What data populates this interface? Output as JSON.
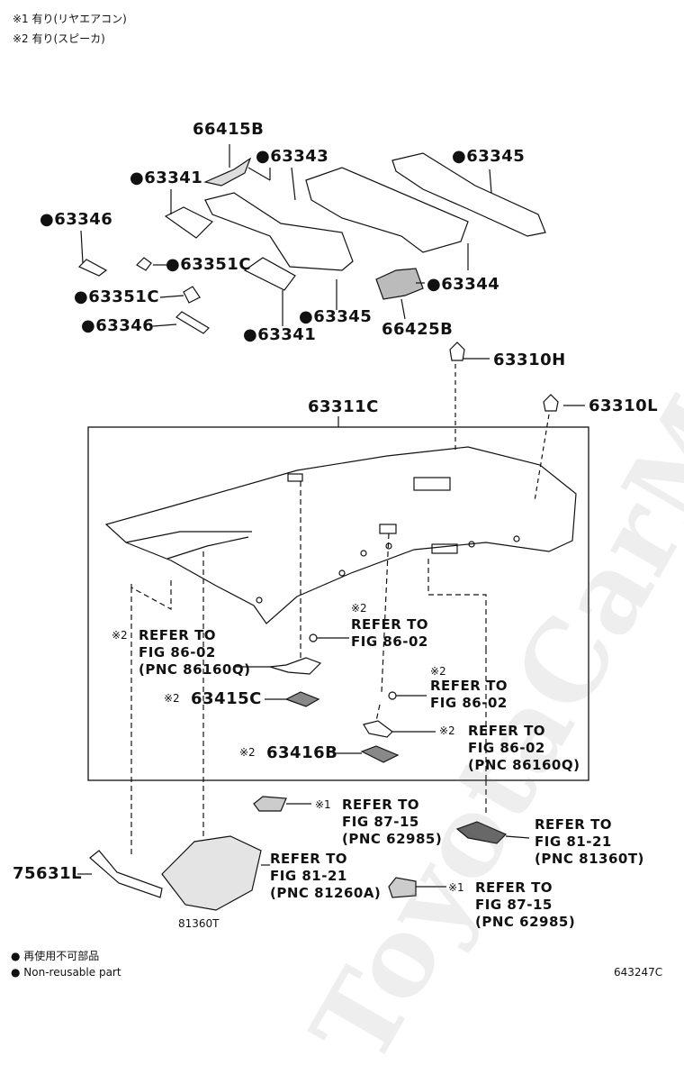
{
  "notes": {
    "n1": "※1 有り(リヤエアコン)",
    "n2": "※2 有り(スピーカ)"
  },
  "watermark": "ToyotaCarMine.ru",
  "parts": {
    "p66415B": "66415B",
    "p63343": "●63343",
    "p63345_top": "●63345",
    "p63341_top": "●63341",
    "p63346_top": "●63346",
    "p63351C_top": "●63351C",
    "p63351C_mid": "●63351C",
    "p63346_mid": "●63346",
    "p63345_mid": "●63345",
    "p63341_mid": "●63341",
    "p63344": "●63344",
    "p66425B": "66425B",
    "p63310H": "63310H",
    "p63311C": "63311C",
    "p63310L": "63310L",
    "p63415C": "63415C",
    "p63416B": "63416B",
    "p75631L": "75631L",
    "p81360T": "81360T"
  },
  "marks": {
    "m2a": "※2",
    "m2b": "※2",
    "m2c": "※2",
    "m2d": "※2",
    "m2e": "※2",
    "m2f": "※2",
    "m1a": "※1",
    "m1b": "※1"
  },
  "refs": {
    "r1": [
      "REFER TO",
      "FIG 86-02",
      "(PNC 86160Q)"
    ],
    "r2": [
      "REFER TO",
      "FIG 86-02"
    ],
    "r3": [
      "REFER TO",
      "FIG 86-02"
    ],
    "r4": [
      "REFER TO",
      "FIG 86-02",
      "(PNC 86160Q)"
    ],
    "r5": [
      "REFER TO",
      "FIG 87-15",
      "(PNC 62985)"
    ],
    "r6": [
      "REFER TO",
      "FIG 81-21",
      "(PNC 81360T)"
    ],
    "r7": [
      "REFER TO",
      "FIG 81-21",
      "(PNC 81260A)"
    ],
    "r8": [
      "REFER TO",
      "FIG 87-15",
      "(PNC 62985)"
    ]
  },
  "legend": {
    "l1": "● 再使用不可部品",
    "l2": "● Non-reusable part"
  },
  "figure_code": "643247C"
}
